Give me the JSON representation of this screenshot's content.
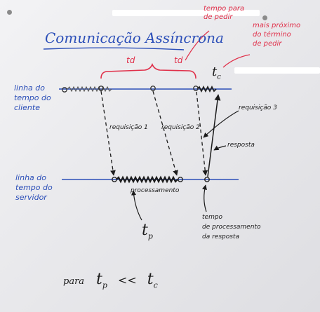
{
  "board": {
    "title": "Comunicação Assíncrona",
    "colors": {
      "background": "#ebebee",
      "blue_ink": "#2c4fb8",
      "red_ink": "#e0304a",
      "black_ink": "#1b1b1b"
    }
  },
  "timelines": {
    "client_label": [
      "linha do",
      "tempo do",
      "cliente"
    ],
    "server_label": [
      "linha do",
      "tempo do",
      "servidor"
    ]
  },
  "red_notes": {
    "td_first": "td",
    "td_second": "td",
    "td_note": [
      "tempo para",
      "de pedir"
    ],
    "tc_note": [
      "mais próximo",
      "do término",
      "de pedir"
    ]
  },
  "symbols": {
    "tc_main": "t",
    "tc_sub": "c",
    "tp_main": "t",
    "tp_sub": "p"
  },
  "arrows": {
    "request_1": "requisição 1",
    "request_2": "requisição 2",
    "request_3": "requisição 3",
    "response": "resposta"
  },
  "notes": {
    "processing": "processamento",
    "response_time": [
      "tempo",
      "de processamento",
      "da resposta"
    ]
  },
  "formula": {
    "prefix": "para",
    "t1": "t",
    "t1_sub": "p",
    "op": "<<",
    "t2": "t",
    "t2_sub": "c"
  }
}
